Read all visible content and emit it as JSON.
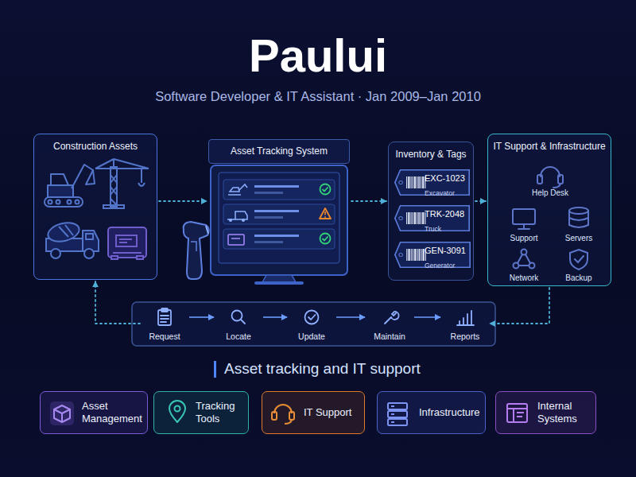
{
  "diagram": {
    "title": "Paului",
    "caption": "Asset tracking and IT support",
    "nodes": [
      {
        "text": [
          "Construction Assets"
        ]
      },
      {
        "text": [
          "Asset Tracking System"
        ]
      },
      {
        "text": [
          "Inventory & Tags"
        ]
      },
      {
        "text": [
          "EXC-1023",
          "Excavator"
        ],
        "in": 2
      },
      {
        "text": [
          "TRK-2048",
          "Truck"
        ],
        "in": 2
      },
      {
        "text": [
          "GEN-3091",
          "Generator"
        ],
        "in": 2
      },
      {
        "text": [
          "IT Support & Infrastructure"
        ]
      },
      {
        "text": [
          "Request"
        ]
      },
      {
        "text": [
          "Locate"
        ]
      },
      {
        "text": [
          "Update"
        ]
      },
      {
        "text": [
          "Maintain"
        ]
      },
      {
        "text": [
          "Reports"
        ]
      },
      {
        "text": [
          "Asset Management"
        ]
      },
      {
        "text": [
          "Tracking Tools"
        ]
      },
      {
        "text": [
          "IT Support"
        ]
      },
      {
        "text": [
          "Infrastructure"
        ]
      },
      {
        "text": [
          "Internal Systems"
        ]
      }
    ],
    "edges": [
      {
        "from": 0,
        "to": 1,
        "arrow": "to"
      },
      {
        "from": 1,
        "to": 2,
        "arrow": "to"
      },
      {
        "from": 2,
        "to": 6,
        "arrow": "to"
      },
      {
        "from": 6,
        "to": 11,
        "arrow": "to"
      },
      {
        "from": 7,
        "to": 0,
        "arrow": "to"
      },
      {
        "from": 7,
        "to": 8,
        "arrow": "to"
      },
      {
        "from": 8,
        "to": 9,
        "arrow": "to"
      },
      {
        "from": 9,
        "to": 10,
        "arrow": "to"
      },
      {
        "from": 10,
        "to": 11,
        "arrow": "to"
      }
    ],
    "labels": [
      "Software Developer & IT Assistant · Jan 2009–Jan 2010",
      "Help Desk",
      "Support",
      "Servers",
      "Network",
      "Backup"
    ]
  }
}
